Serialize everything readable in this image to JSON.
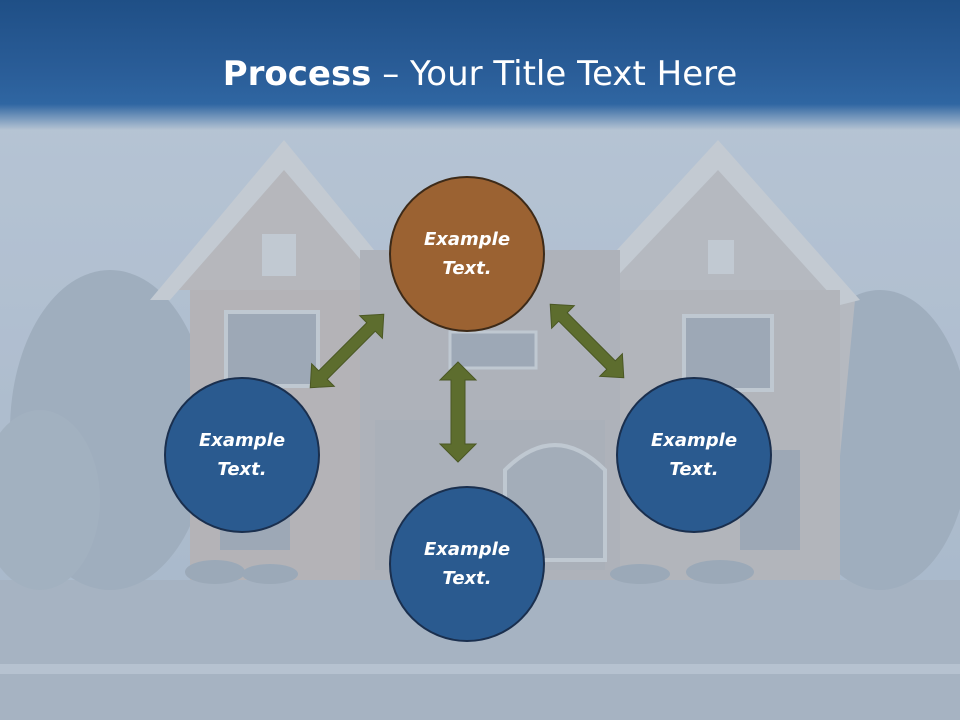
{
  "title": {
    "bold": "Process",
    "rest": " – Your Title Text Here"
  },
  "circles": {
    "top": "Example Text.",
    "left": "Example Text.",
    "right": "Example Text.",
    "bottom": "Example Text."
  },
  "colors": {
    "header": "#2a5d98",
    "circle_blue": "#2a5a8f",
    "circle_brown": "#9b6232",
    "arrow": "#5d6d2e"
  }
}
